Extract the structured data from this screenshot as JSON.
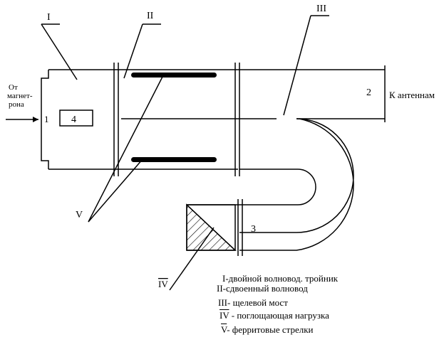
{
  "labels": {
    "section_1": "I",
    "section_2": "II",
    "section_3": "III",
    "section_4": "IV",
    "section_5": "V",
    "port_1": "1",
    "port_2": "2",
    "port_3": "3",
    "port_4": "4",
    "from_line1": "От",
    "from_line2": "магнет-",
    "from_line3": "рона",
    "to_antennas": "К антеннам"
  },
  "legend": [
    {
      "num": "I",
      "text": "-двойной волновод. тройник"
    },
    {
      "num": "II",
      "text": "-сдвоенный волновод"
    },
    {
      "num": "III",
      "text": "- щелевой мост"
    },
    {
      "num": "IV",
      "text": " - поглощающая нагрузка"
    },
    {
      "num": "V",
      "text": "- ферритовые стрелки"
    }
  ]
}
